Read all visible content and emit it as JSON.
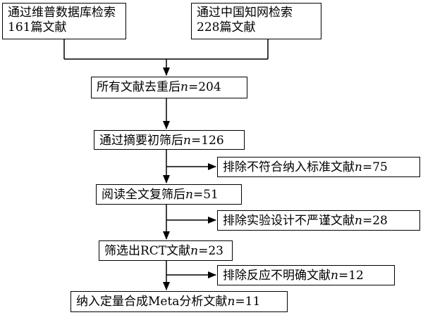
{
  "flow": {
    "source_wanfang": {
      "line1": "通过维普数据库检索",
      "line2": "161篇文献"
    },
    "source_cnki": {
      "line1": "通过中国知网检索",
      "line2": "228篇文献"
    },
    "after_dedup": {
      "label": "所有文献去重后",
      "n": "=204"
    },
    "after_abstract": {
      "label": "通过摘要初筛后",
      "n": "=126"
    },
    "excluded_criteria": {
      "label": "排除不符合纳入标准文献",
      "n": "=75"
    },
    "after_fulltext": {
      "label": "阅读全文复筛后",
      "n": "=51"
    },
    "excluded_design": {
      "label": "排除实验设计不严谨文献",
      "n": "=28"
    },
    "rct_selected": {
      "label": "筛选出RCT文献",
      "n": "=23"
    },
    "excluded_unclear": {
      "label": "排除反应不明确文献",
      "n": "=12"
    },
    "included": {
      "label": "纳入定量合成Meta分析文献",
      "n": "=11"
    },
    "n_symbol": "n"
  }
}
